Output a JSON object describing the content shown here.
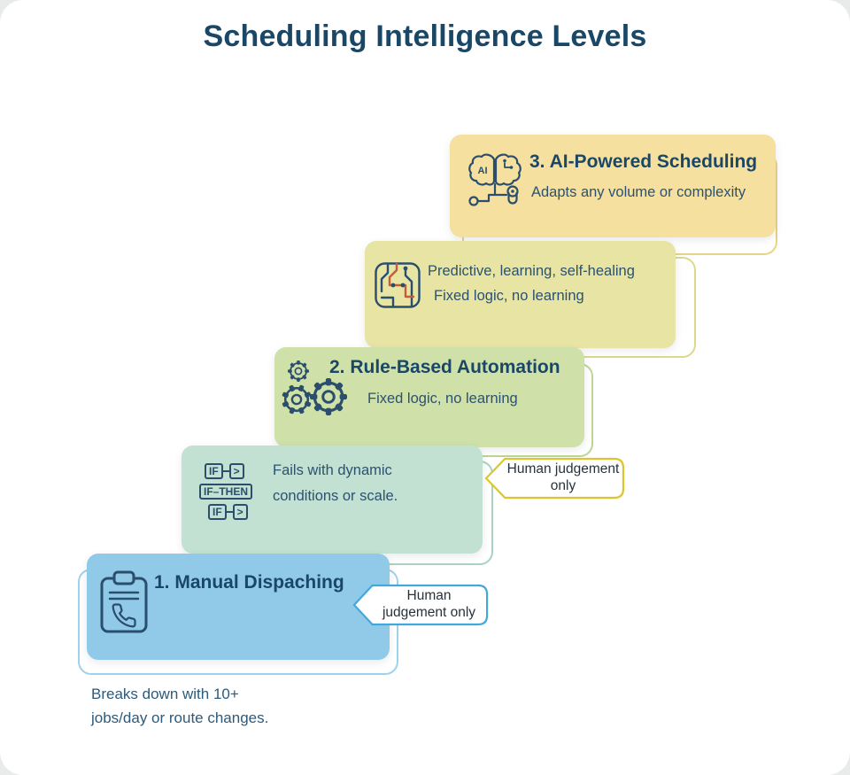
{
  "title": "Scheduling Intelligence Levels",
  "levels": [
    {
      "name": "manual-dispatching",
      "heading": "1. Manual Dispaching",
      "tag": "Human judgement only",
      "icon": "clipboard-phone-icon",
      "card_color": "#90cae8",
      "tag_border_color": "#41a8dc"
    },
    {
      "name": "manual-dispatching-limitation",
      "line1": "Fails with dynamic",
      "line2": "conditions or scale.",
      "tag": "Human judgement only",
      "icon": "if-then-icon",
      "icon_text": {
        "if_top": "IF",
        "arrow_top": ">",
        "if_then": "IF–THEN",
        "if_bottom": "IF",
        "arrow_bottom": ">"
      },
      "card_color": "#c2e1d2",
      "tag_border_color": "#dcc62f"
    },
    {
      "name": "rule-based-automation",
      "heading": "2. Rule-Based Automation",
      "subtext": "Fixed logic, no learning",
      "icon": "gears-icon",
      "card_color": "#cfe0a9"
    },
    {
      "name": "rule-based-limitation",
      "line1": "Predictive, learning, self-healing",
      "line2": "Fixed logic, no learning",
      "icon": "route-map-icon",
      "card_color": "#e8e4a3"
    },
    {
      "name": "ai-powered-scheduling",
      "heading": "3. AI-Powered Scheduling",
      "subtext": "Adapts any volume or complexity",
      "icon": "brain-route-icon",
      "icon_text": {
        "ai": "AI"
      },
      "card_color": "#f5e0a0"
    }
  ],
  "footnote": {
    "line1": "Breaks down with 10+",
    "line2": "jobs/day or route changes."
  },
  "colors": {
    "title_text": "#1a4766",
    "heading_text": "#1a4766",
    "body_text": "#2b5270",
    "tag_text": "#28323c",
    "icon_stroke": "#2a4e6b",
    "icon_accent": "#c75b39",
    "canvas_bg": "#ffffff",
    "page_bg": "#e9ebeb"
  }
}
